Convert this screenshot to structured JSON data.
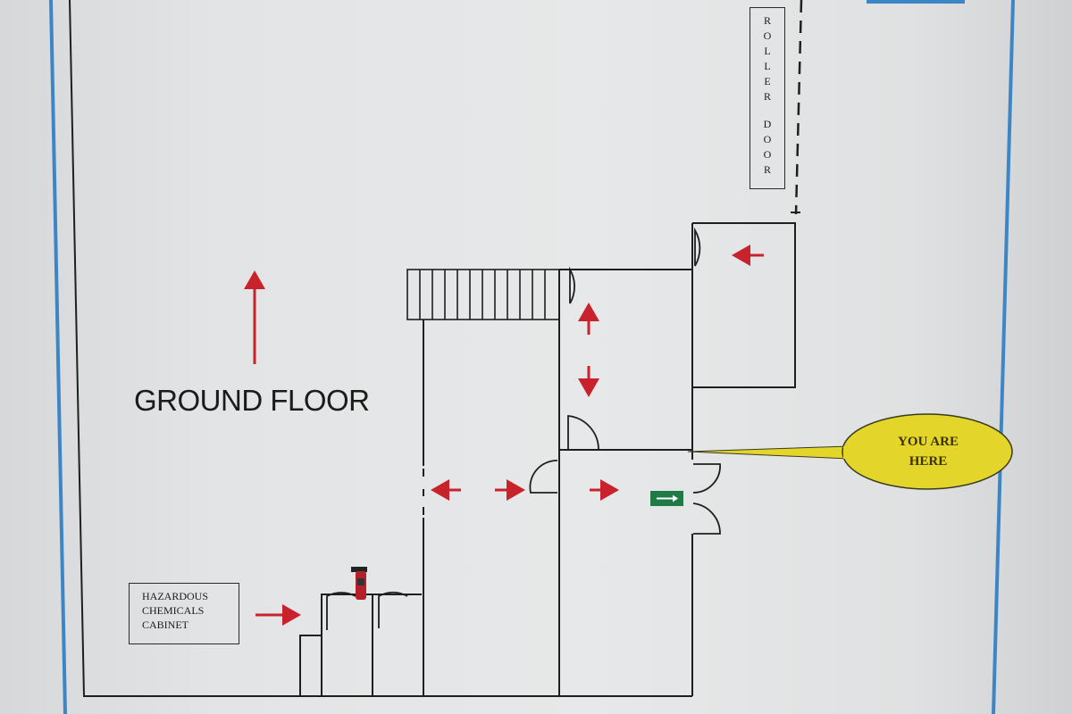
{
  "floor_plan": {
    "title": "GROUND FLOOR",
    "hazard_label_lines": [
      "HAZARDOUS",
      "CHEMICALS",
      "CABINET"
    ],
    "roller_door": {
      "word1": "ROLLER",
      "word2": "DOOR"
    },
    "you_are_here_lines": [
      "YOU ARE",
      "HERE"
    ],
    "colors": {
      "arrow": "#c8232c",
      "wall": "#1f1f1f",
      "frame_blue": "#3d86c6",
      "callout_fill": "#e3d52a",
      "exit_sign": "#1f7a46"
    },
    "icons": [
      "fire-extinguisher-icon",
      "exit-sign-icon"
    ]
  }
}
